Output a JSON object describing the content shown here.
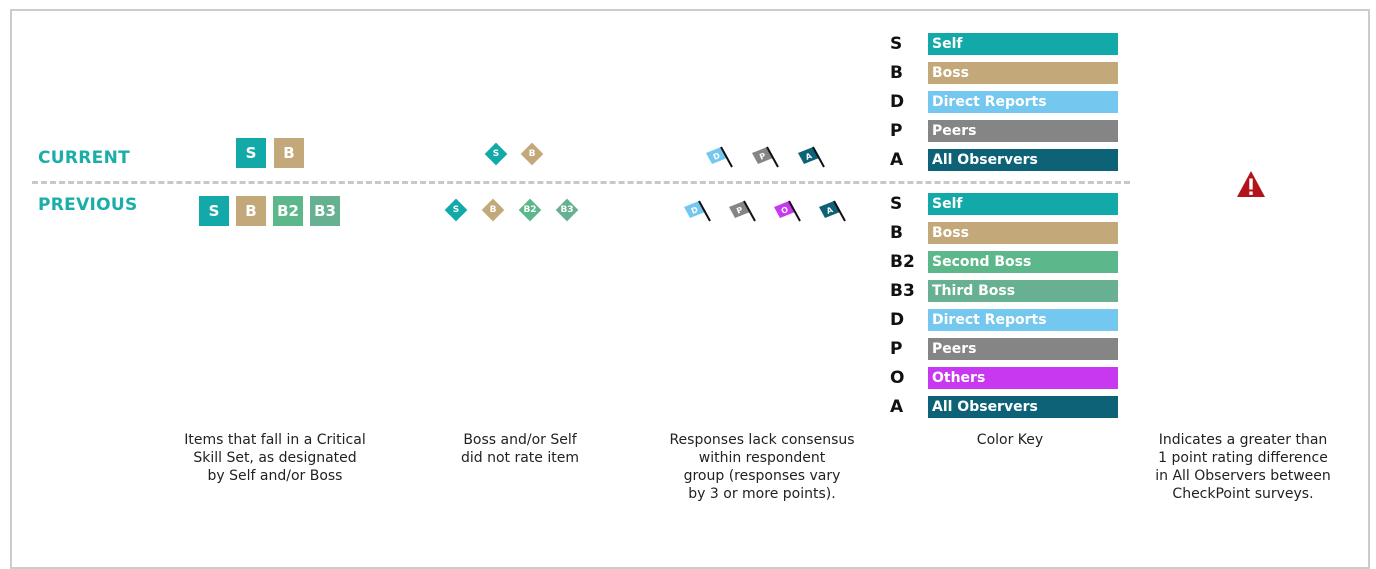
{
  "rows": {
    "current": "CURRENT",
    "previous": "PREVIOUS"
  },
  "critical": {
    "current": [
      {
        "text": "S",
        "color": "#12a9a8"
      },
      {
        "text": "B",
        "color": "#c3a97a"
      }
    ],
    "previous": [
      {
        "text": "S",
        "color": "#12a9a8"
      },
      {
        "text": "B",
        "color": "#c3a97a"
      },
      {
        "text": "B2",
        "color": "#5cb88a"
      },
      {
        "text": "B3",
        "color": "#68b092"
      }
    ]
  },
  "not_rated": {
    "current": [
      {
        "text": "S",
        "color": "#12a9a8"
      },
      {
        "text": "B",
        "color": "#c3a97a"
      }
    ],
    "previous": [
      {
        "text": "S",
        "color": "#12a9a8"
      },
      {
        "text": "B",
        "color": "#c3a97a"
      },
      {
        "text": "B2",
        "color": "#5cb88a"
      },
      {
        "text": "B3",
        "color": "#68b092"
      }
    ]
  },
  "consensus_flags": {
    "current": [
      {
        "text": "D",
        "color": "#74c7ee"
      },
      {
        "text": "P",
        "color": "#858585"
      },
      {
        "text": "A",
        "color": "#0e6278"
      }
    ],
    "previous": [
      {
        "text": "D",
        "color": "#74c7ee"
      },
      {
        "text": "P",
        "color": "#858585"
      },
      {
        "text": "O",
        "color": "#c738f0"
      },
      {
        "text": "A",
        "color": "#0e6278"
      }
    ]
  },
  "key_current": [
    {
      "letter": "S",
      "label": "Self",
      "color": "#12a9a8"
    },
    {
      "letter": "B",
      "label": "Boss",
      "color": "#c3a97a"
    },
    {
      "letter": "D",
      "label": "Direct Reports",
      "color": "#74c7ee"
    },
    {
      "letter": "P",
      "label": "Peers",
      "color": "#858585"
    },
    {
      "letter": "A",
      "label": "All Observers",
      "color": "#0e6278"
    }
  ],
  "key_previous": [
    {
      "letter": "S",
      "label": "Self",
      "color": "#12a9a8"
    },
    {
      "letter": "B",
      "label": "Boss",
      "color": "#c3a97a"
    },
    {
      "letter": "B2",
      "label": "Second Boss",
      "color": "#5cb88a"
    },
    {
      "letter": "B3",
      "label": "Third Boss",
      "color": "#68b092"
    },
    {
      "letter": "D",
      "label": "Direct Reports",
      "color": "#74c7ee"
    },
    {
      "letter": "P",
      "label": "Peers",
      "color": "#858585"
    },
    {
      "letter": "O",
      "label": "Others",
      "color": "#c738f0"
    },
    {
      "letter": "A",
      "label": "All Observers",
      "color": "#0e6278"
    }
  ],
  "captions": {
    "critical": [
      "Items that fall in a Critical",
      "Skill Set, as designated",
      "by Self and/or Boss"
    ],
    "not_rated": [
      "Boss and/or Self",
      "did not rate item"
    ],
    "consensus": [
      "Responses lack consensus",
      "within respondent",
      "group (responses vary",
      "by 3 or more points)."
    ],
    "key": [
      "Color Key"
    ],
    "warning": [
      "Indicates a greater than",
      "1 point rating difference",
      "in All Observers between",
      "CheckPoint surveys."
    ]
  },
  "warning_icon": "warning-triangle-icon",
  "warning_color": "#b3131b"
}
